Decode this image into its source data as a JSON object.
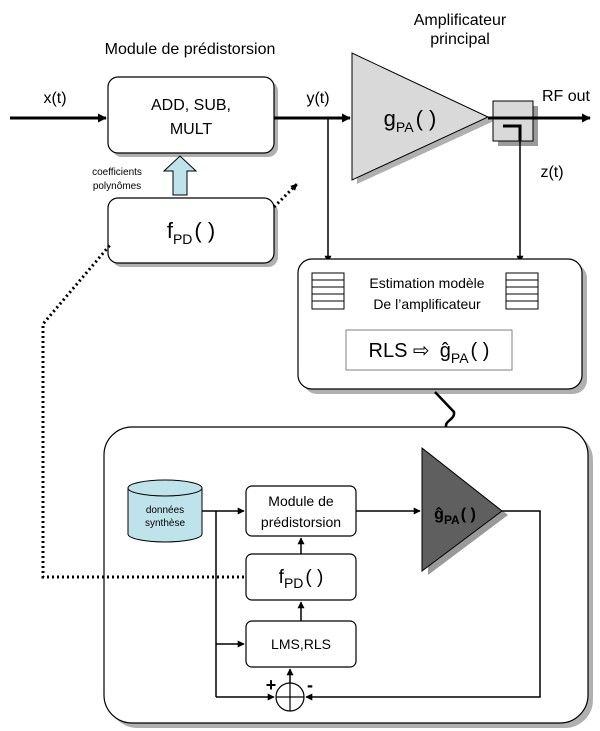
{
  "top": {
    "module_title": "Module de prédistorsion",
    "amp_title_line1": "Amplificateur",
    "amp_title_line2": "principal",
    "input_signal": "x(t)",
    "predist_output": "y(t)",
    "feedback_signal": "z(t)",
    "rf_out": "RF out",
    "ops_line1": "ADD, SUB,",
    "ops_line2": "MULT",
    "coeff_line1": "coefficients",
    "coeff_line2": "polynômes",
    "fpd_main": "f",
    "fpd_sub": "PD",
    "fpd_args": "( )",
    "gpa_main": "g",
    "gpa_sub": "PA",
    "gpa_args": "( )"
  },
  "estimation": {
    "line1": "Estimation modèle",
    "line2": "De l’amplificateur",
    "rls_prefix": "RLS ⇨",
    "ghat_main": "ĝ",
    "ghat_sub": "PA",
    "ghat_args": "( )"
  },
  "bottom": {
    "database_line1": "données",
    "database_line2": "synthèse",
    "module_line1": "Module de",
    "module_line2": "prédistorsion",
    "fpd_main": "f",
    "fpd_sub": "PD",
    "fpd_args": "( )",
    "algo": "LMS,RLS",
    "ghat_main": "ĝ",
    "ghat_sub": "PA",
    "ghat_args": "( )",
    "plus_sign": "+",
    "minus_sign": "-"
  },
  "colors": {
    "amp_fill": "#d9d9d9",
    "amp_dark_fill": "#5f5f5f",
    "coeff_arrow": "#bfe3ea",
    "database": "#bfe3ea",
    "shadow": "#b0b0b0"
  }
}
